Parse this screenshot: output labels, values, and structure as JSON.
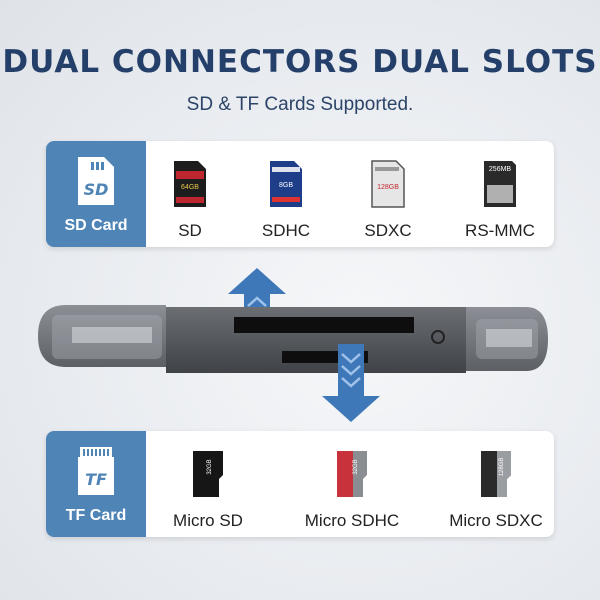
{
  "header": {
    "title": "DUAL CONNECTORS DUAL SLOTS",
    "subtitle": "SD & TF Cards Supported."
  },
  "sd_panel": {
    "badge_text": "SD",
    "label": "SD Card",
    "cards": [
      {
        "label": "SD",
        "card_text": "64GB"
      },
      {
        "label": "SDHC",
        "card_text": "8GB"
      },
      {
        "label": "SDXC",
        "card_text": "128GB"
      },
      {
        "label": "RS-MMC",
        "card_text": "256MB"
      }
    ]
  },
  "tf_panel": {
    "badge_text": "TF",
    "label": "TF Card",
    "cards": [
      {
        "label": "Micro SD",
        "card_text": "32GB"
      },
      {
        "label": "Micro SDHC",
        "card_text": "32GB"
      },
      {
        "label": "Micro SDXC",
        "card_text": "128GB"
      }
    ]
  },
  "colors": {
    "title": "#24406a",
    "panel_accent": "#4f84b6",
    "arrow": "#3f78b8",
    "reader_body": "#5a5d62"
  }
}
